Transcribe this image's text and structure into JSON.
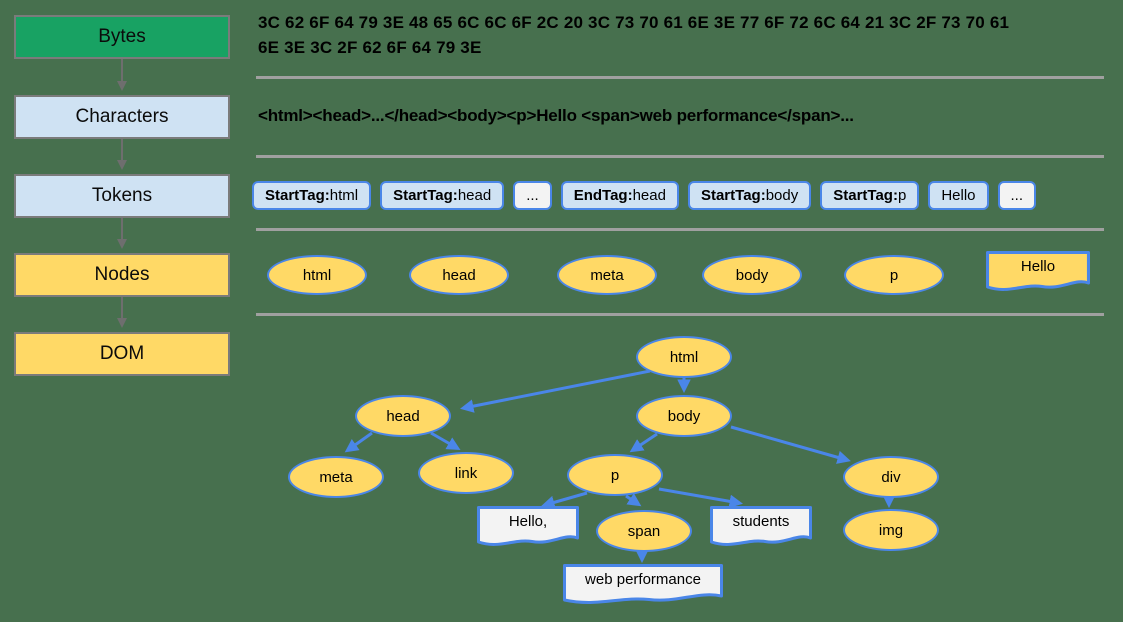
{
  "pipeline": {
    "stages": [
      {
        "label": "Bytes"
      },
      {
        "label": "Characters"
      },
      {
        "label": "Tokens"
      },
      {
        "label": "Nodes"
      },
      {
        "label": "DOM"
      }
    ]
  },
  "rows": {
    "bytes": {
      "hex_line1": "3C 62 6F 64 79 3E 48 65 6C 6C 6F 2C 20 3C 73 70 61 6E 3E 77 6F 72 6C 64 21 3C 2F 73 70 61",
      "hex_line2": "6E 3E 3C 2F 62 6F 64 79 3E"
    },
    "characters": {
      "markup_text": "<html><head>...</head><body><p>Hello <span>web performance</span>..."
    },
    "tokens": {
      "items": [
        {
          "bold": "StartTag:",
          "value": " html"
        },
        {
          "bold": "StartTag:",
          "value": " head"
        },
        {
          "bold": "",
          "value": "..."
        },
        {
          "bold": "EndTag:",
          "value": " head"
        },
        {
          "bold": "StartTag:",
          "value": " body"
        },
        {
          "bold": "StartTag:",
          "value": " p"
        },
        {
          "bold": "",
          "value": "Hello"
        },
        {
          "bold": "",
          "value": "..."
        }
      ]
    },
    "nodes": {
      "elements": [
        {
          "label": "html"
        },
        {
          "label": "head"
        },
        {
          "label": "meta"
        },
        {
          "label": "body"
        },
        {
          "label": "p"
        }
      ],
      "text_node": {
        "label": "Hello"
      }
    }
  },
  "dom_tree": {
    "elements": {
      "html": "html",
      "head": "head",
      "body": "body",
      "meta": "meta",
      "link": "link",
      "p": "p",
      "div": "div",
      "span": "span",
      "img": "img"
    },
    "text_nodes": {
      "hello": "Hello,",
      "students": "students",
      "web_performance": "web performance"
    }
  },
  "colors": {
    "background": "#47704E",
    "bytes_stage_fill": "#18A263",
    "blue_stage_fill": "#CFE2F3",
    "yellow_fill": "#FFD966",
    "shape_border_blue": "#4A86E8",
    "stage_border_gray": "#7B7B7B",
    "divider_gray": "#A0A0A0",
    "text_node_fill": "#F3F3F3"
  }
}
